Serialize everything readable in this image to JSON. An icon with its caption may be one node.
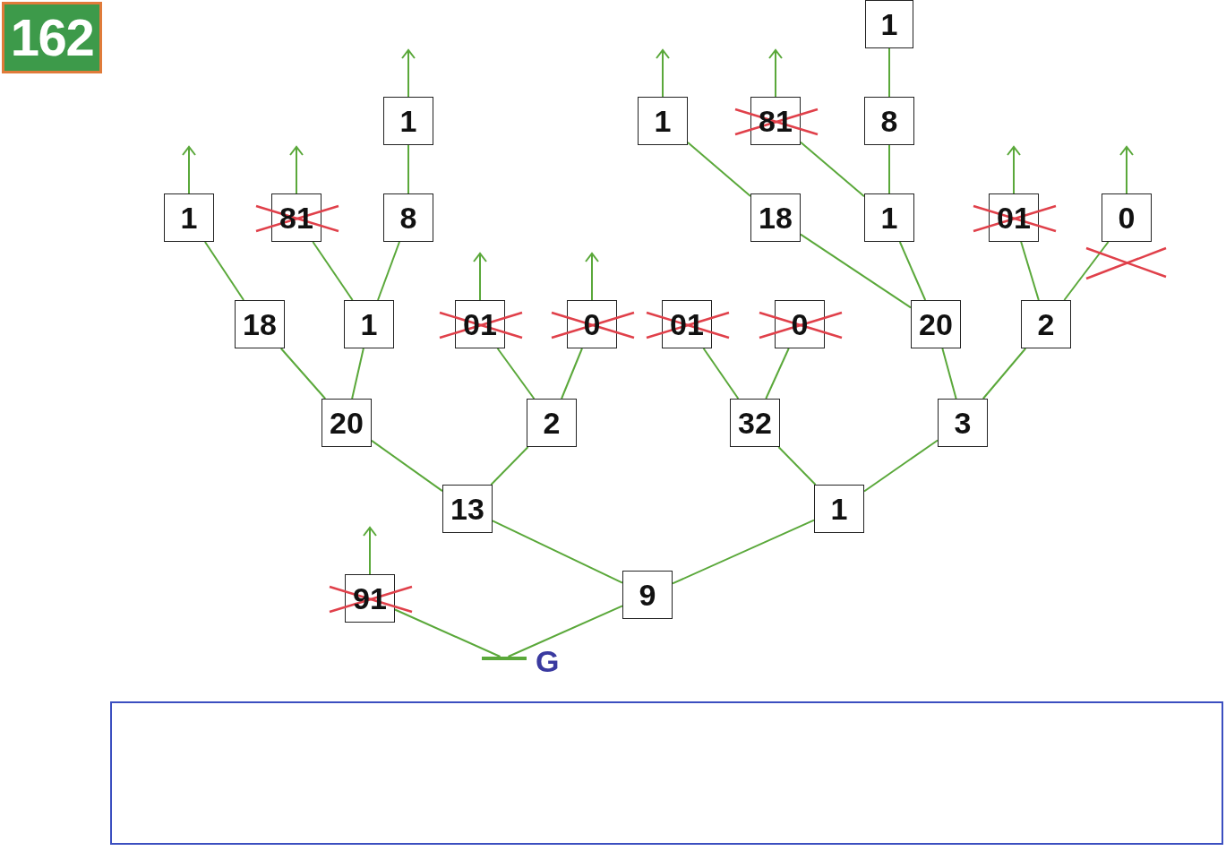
{
  "diagram": {
    "nodes": [
      {
        "text": [
          "162"
        ]
      },
      {
        "text": [
          "1"
        ]
      },
      {
        "text": [
          "1"
        ]
      },
      {
        "text": [
          "1"
        ]
      },
      {
        "text": [
          "81"
        ]
      },
      {
        "text": [
          "8"
        ]
      },
      {
        "text": [
          "1"
        ]
      },
      {
        "text": [
          "81"
        ]
      },
      {
        "text": [
          "8"
        ]
      },
      {
        "text": [
          "18"
        ]
      },
      {
        "text": [
          "1"
        ]
      },
      {
        "text": [
          "01"
        ]
      },
      {
        "text": [
          "0"
        ]
      },
      {
        "text": [
          "18"
        ]
      },
      {
        "text": [
          "1"
        ]
      },
      {
        "text": [
          "01"
        ]
      },
      {
        "text": [
          "0"
        ]
      },
      {
        "text": [
          "01"
        ]
      },
      {
        "text": [
          "0"
        ]
      },
      {
        "text": [
          "20"
        ]
      },
      {
        "text": [
          "2"
        ]
      },
      {
        "text": [
          "20"
        ]
      },
      {
        "text": [
          "2"
        ]
      },
      {
        "text": [
          "32"
        ]
      },
      {
        "text": [
          "3"
        ]
      },
      {
        "text": [
          "13"
        ]
      },
      {
        "text": [
          "1"
        ]
      },
      {
        "text": [
          "91"
        ]
      },
      {
        "text": [
          "9"
        ]
      },
      {
        "text": [],
        "shape": "bar",
        "beside": [
          "G"
        ]
      }
    ],
    "edges": [
      {
        "from": 29,
        "to": 27,
        "arrow": "none"
      },
      {
        "from": 29,
        "to": 28,
        "arrow": "none"
      },
      {
        "from": 28,
        "to": 25,
        "arrow": "none"
      },
      {
        "from": 28,
        "to": 26,
        "arrow": "none"
      },
      {
        "from": 25,
        "to": 21,
        "arrow": "none"
      },
      {
        "from": 25,
        "to": 22,
        "arrow": "none"
      },
      {
        "from": 26,
        "to": 23,
        "arrow": "none"
      },
      {
        "from": 26,
        "to": 24,
        "arrow": "none"
      },
      {
        "from": 21,
        "to": 13,
        "arrow": "none"
      },
      {
        "from": 21,
        "to": 14,
        "arrow": "none"
      },
      {
        "from": 22,
        "to": 15,
        "arrow": "none"
      },
      {
        "from": 22,
        "to": 16,
        "arrow": "none"
      },
      {
        "from": 23,
        "to": 17,
        "arrow": "none"
      },
      {
        "from": 23,
        "to": 18,
        "arrow": "none"
      },
      {
        "from": 24,
        "to": 19,
        "arrow": "none"
      },
      {
        "from": 24,
        "to": 20,
        "arrow": "none"
      },
      {
        "from": 13,
        "to": 6,
        "arrow": "none"
      },
      {
        "from": 14,
        "to": 7,
        "arrow": "none"
      },
      {
        "from": 14,
        "to": 8,
        "arrow": "none"
      },
      {
        "from": 8,
        "to": 2,
        "arrow": "none"
      },
      {
        "from": 19,
        "to": 9,
        "arrow": "none"
      },
      {
        "from": 19,
        "to": 10,
        "arrow": "none"
      },
      {
        "from": 9,
        "to": 3,
        "arrow": "none"
      },
      {
        "from": 10,
        "to": 4,
        "arrow": "none"
      },
      {
        "from": 10,
        "to": 5,
        "arrow": "none"
      },
      {
        "from": 5,
        "to": 1,
        "arrow": "none"
      },
      {
        "from": 20,
        "to": 11,
        "arrow": "none"
      },
      {
        "from": 20,
        "to": 12,
        "arrow": "none"
      },
      {
        "from": 27,
        "to": null,
        "arrow": "to"
      },
      {
        "from": 15,
        "to": null,
        "arrow": "to"
      },
      {
        "from": 16,
        "to": null,
        "arrow": "to"
      },
      {
        "from": 6,
        "to": null,
        "arrow": "to"
      },
      {
        "from": 7,
        "to": null,
        "arrow": "to"
      },
      {
        "from": 2,
        "to": null,
        "arrow": "to"
      },
      {
        "from": 3,
        "to": null,
        "arrow": "to"
      },
      {
        "from": 4,
        "to": null,
        "arrow": "to"
      },
      {
        "from": 11,
        "to": null,
        "arrow": "to"
      },
      {
        "from": 12,
        "to": null,
        "arrow": "to"
      }
    ]
  }
}
